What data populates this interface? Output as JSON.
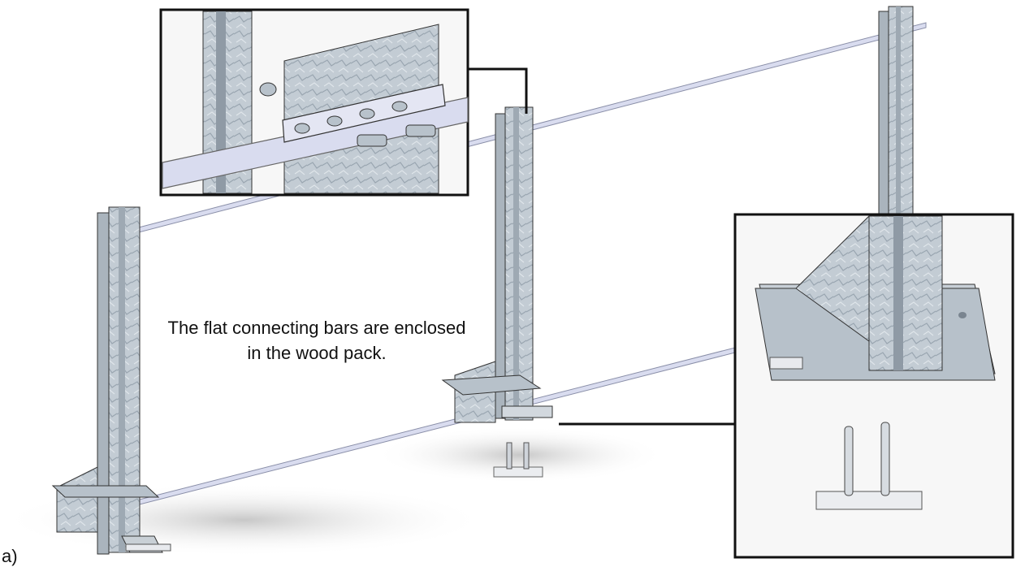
{
  "figure": {
    "label": "a)",
    "caption": "The flat connecting bars are enclosed in the wood pack."
  },
  "components": {
    "post": "galvanized steel post",
    "bar": "flat connecting bar",
    "base": "anchor base plate",
    "detail_top": "bar-to-post bolt connection detail",
    "detail_bottom": "post base and anchor detail"
  },
  "colors": {
    "steel": "#bcc6cf",
    "steel_dark": "#7f8b96",
    "bar": "#d9dcef",
    "outline": "#1a1a1a"
  }
}
